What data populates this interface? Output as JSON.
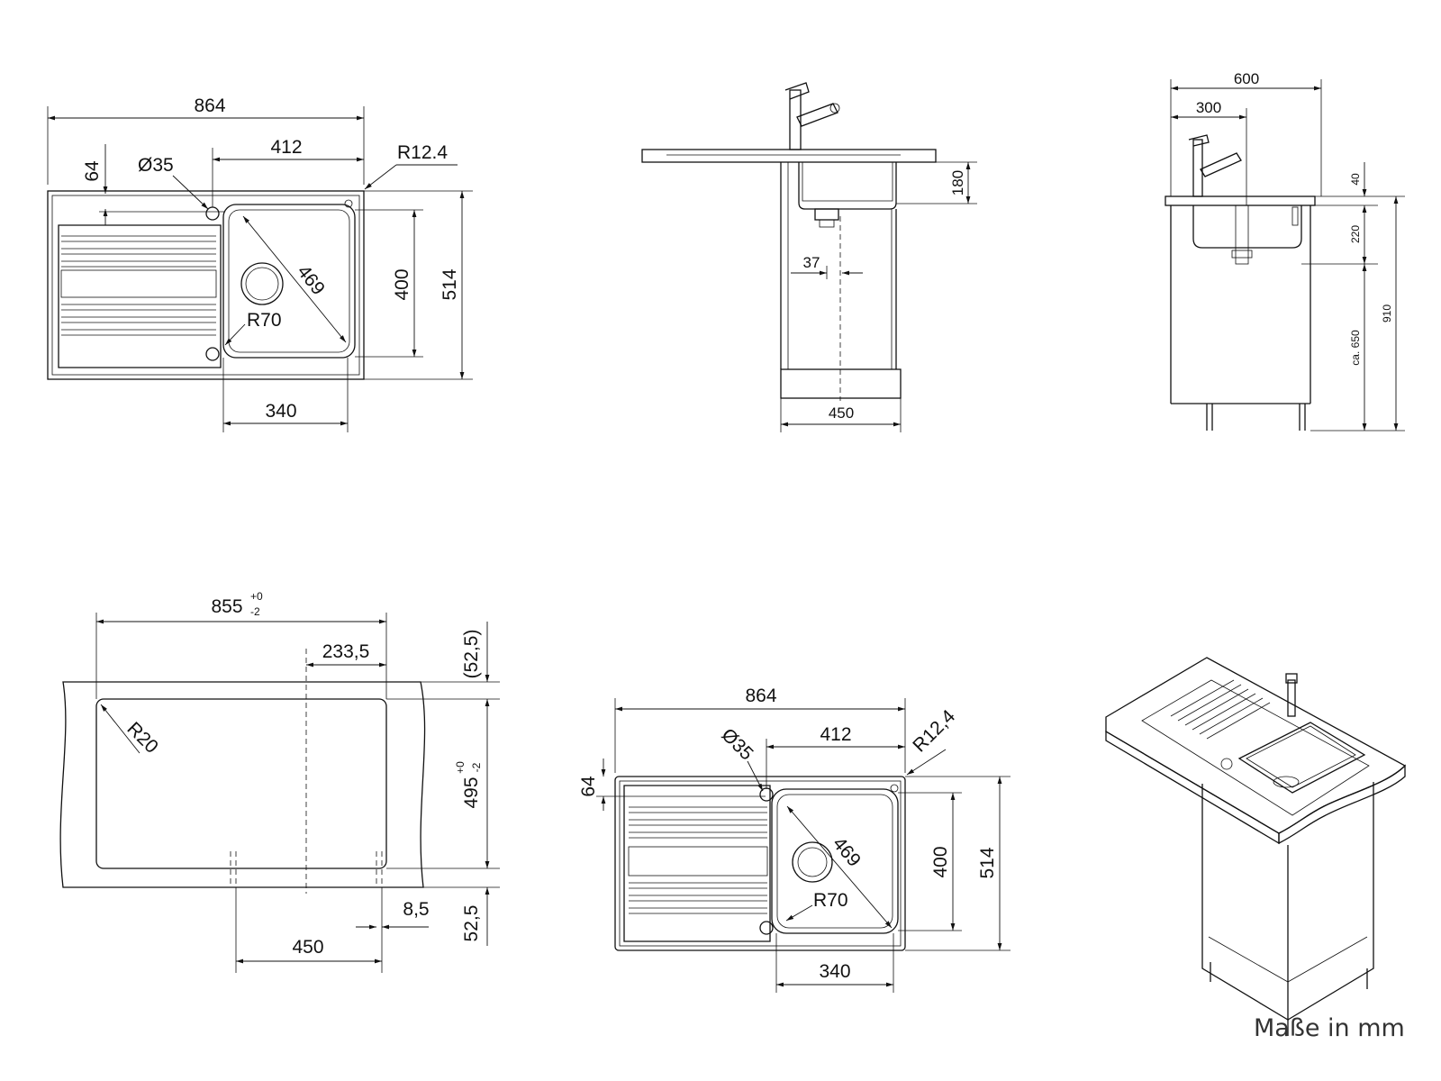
{
  "caption": "Maße in mm",
  "views": {
    "top": {
      "w": "864",
      "offset": "64",
      "hole": "Ø35",
      "bowl_w": "412",
      "corner": "R12.4",
      "diag": "469",
      "bowl_h": "400",
      "h": "514",
      "drain_r": "R70",
      "bowl_bottom": "340"
    },
    "front": {
      "depth": "180",
      "off": "37",
      "cab": "450"
    },
    "side": {
      "w": "600",
      "half": "300",
      "top": "40",
      "bowl": "220",
      "h": "910",
      "ca": "ca. 650"
    },
    "cutout": {
      "w": "855",
      "w_tol_up": "+0",
      "w_tol_dn": "-2",
      "off": "233,5",
      "top_m": "(52,5)",
      "h": "495",
      "h_tol_up": "+0",
      "h_tol_dn": "-2",
      "r": "R20",
      "small": "8,5",
      "cab": "450",
      "bot_m": "52,5"
    },
    "top2": {
      "w": "864",
      "hole": "Ø35",
      "bowl_w": "412",
      "corner": "R12,4",
      "offset": "64",
      "diag": "469",
      "bowl_h": "400",
      "h": "514",
      "drain_r": "R70",
      "bowl_bottom": "340"
    }
  }
}
